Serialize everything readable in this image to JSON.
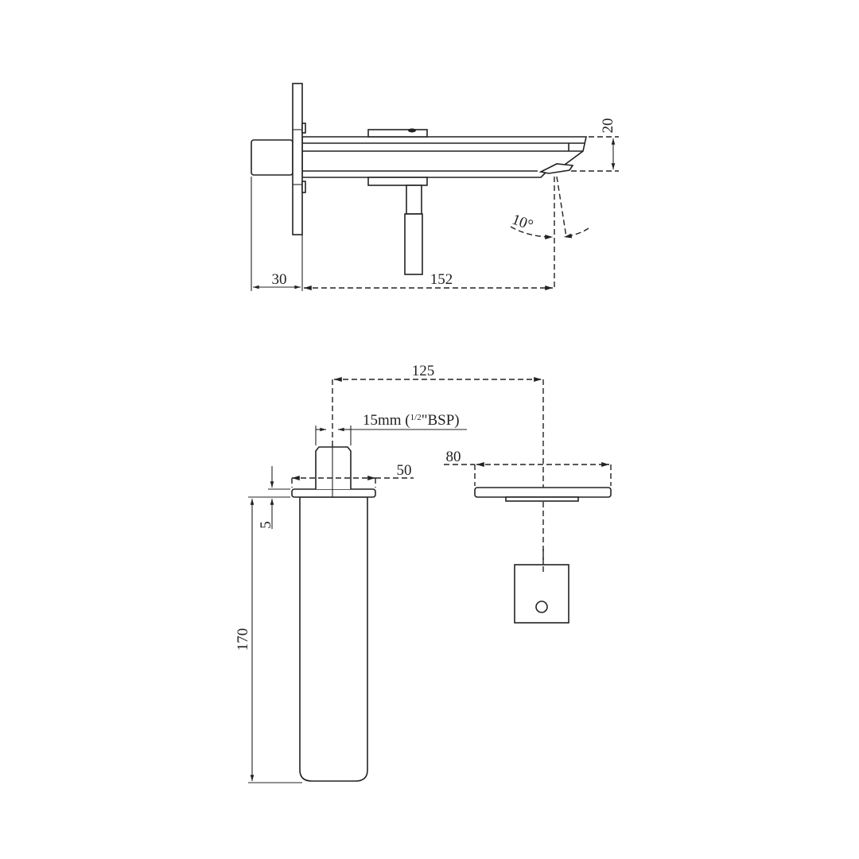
{
  "drawing": {
    "side_view": {
      "dim_spout_height": "20",
      "dim_angle": "10°",
      "dim_inlet_depth": "30",
      "dim_spout_reach": "152"
    },
    "front_view": {
      "dim_centers": "125",
      "dim_connection": "15mm (",
      "dim_connection_fraction": "1/2",
      "dim_connection_suffix": "\"BSP)",
      "dim_flange_width": "50",
      "dim_flange_thickness": "5",
      "dim_spout_length": "170",
      "dim_handle_plate": "80"
    },
    "line_color": "#222222"
  }
}
